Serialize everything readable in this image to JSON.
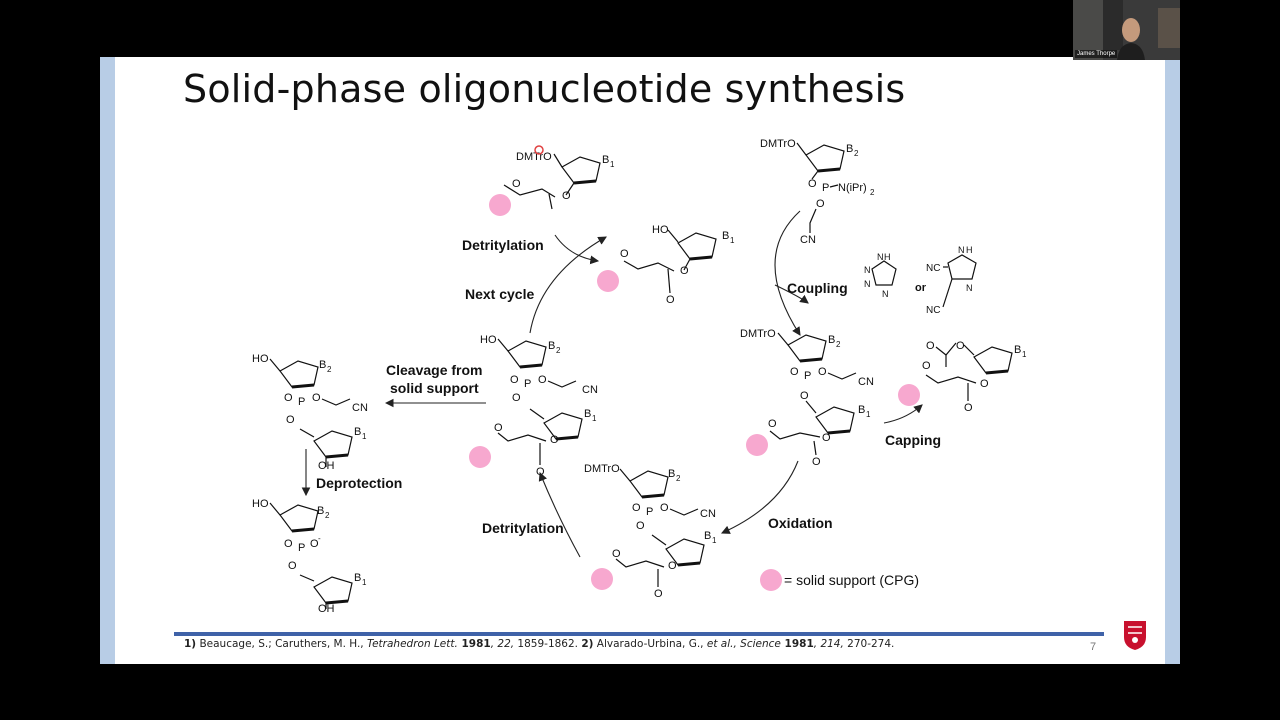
{
  "slide": {
    "title": "Solid-phase oligonucleotide synthesis",
    "page_number": "7"
  },
  "diagram": {
    "steps": {
      "detritylation_top": "Detritylation",
      "next_cycle": "Next cycle",
      "coupling": "Coupling",
      "or": "or",
      "capping": "Capping",
      "oxidation": "Oxidation",
      "detritylation_bottom": "Detritylation",
      "cleavage_line1": "Cleavage from",
      "cleavage_line2": "solid support",
      "deprotection": "Deprotection"
    },
    "labels": {
      "dmtro": "DMTrO",
      "dmtro_partial": "DMTrO",
      "ho": "HO",
      "oh": "OH",
      "b1": "B",
      "b2": "B",
      "sub1": "1",
      "sub2": "2",
      "o": "O",
      "p": "P",
      "cn": "CN",
      "niPr2": "N(iPr)",
      "nc": "NC",
      "n": "N",
      "h": "H",
      "o_minus": "O"
    },
    "legend": "= solid support (CPG)"
  },
  "references": {
    "ref1_num": "1)",
    "ref1_authors": " Beaucage, S.; Caruthers, M. H., ",
    "ref1_journal": "Tetrahedron Lett.",
    "ref1_year": " 1981",
    "ref1_vol": ", 22,",
    "ref1_pages": " 1859-1862. ",
    "ref2_num": "2)",
    "ref2_authors": " Alvarado-Urbina, G., ",
    "ref2_etal": "et al.,",
    "ref2_journal": " Science",
    "ref2_year": " 1981",
    "ref2_vol": ", 214,",
    "ref2_pages": " 270-274."
  },
  "webcam": {
    "name": "James Thorpe"
  },
  "colors": {
    "support_pink": "#f7a8cf",
    "rule_blue": "#3f62a8",
    "side_bar": "#b8cde6",
    "crest_red": "#c8102e"
  }
}
